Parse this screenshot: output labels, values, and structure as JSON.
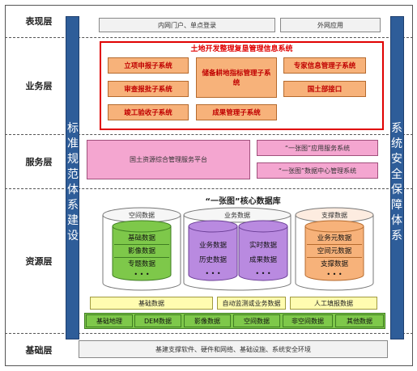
{
  "layers": {
    "presentation": "表现层",
    "business": "业务层",
    "service": "服务层",
    "resource": "资源层",
    "foundation": "基础层"
  },
  "side_bars": {
    "left": "标准规范体系建设",
    "right": "系统安全保障体系"
  },
  "presentation": {
    "portal": "内网门户、单点登录",
    "external": "外网应用"
  },
  "business": {
    "title": "土地开发整理复垦管理信息系统",
    "modules": {
      "project_report": "立项申报子系统",
      "review_approve": "审查报批子系统",
      "acceptance": "竣工验收子系统",
      "reserve_index": "储备耕地指标管理子系统",
      "achievement": "成果管理子系统",
      "expert": "专家信息管理子系统",
      "land_interface": "国土部接口"
    }
  },
  "service": {
    "platform": "国土资源综合管理服务平台",
    "yizhangtu_app": "“一张图”应用服务系统",
    "yizhangtu_data": "“一张图”数据中心管理系统"
  },
  "resource": {
    "db_title": "“一张图”核心数据库",
    "spatial": {
      "title": "空间数据",
      "items": [
        "基础数据",
        "影像数据",
        "专题数据"
      ],
      "dots": "• • •"
    },
    "business": {
      "title": "业务数据",
      "left_items": [
        "业务数据",
        "历史数据"
      ],
      "right_items": [
        "实时数据",
        "成果数据"
      ],
      "dots": "• • •"
    },
    "support": {
      "title": "支撑数据",
      "items": [
        "业务元数据",
        "空间元数据",
        "支撑数据"
      ],
      "dots": "• • •"
    },
    "sources": [
      "基础数据",
      "自动监测或业务数据",
      "人工填报数据"
    ],
    "base_row": [
      "基础地理",
      "DEM数据",
      "影像数据",
      "空间数据",
      "非空间数据",
      "其他数据"
    ]
  },
  "foundation": {
    "text": "基建支撑软件、硬件和网络、基础设施、系统安全环境"
  },
  "colors": {
    "bar_blue": "#2e5d99",
    "business_border": "#e00000",
    "module_orange": "#f7b27a",
    "service_pink": "#f4a6d0",
    "data_green": "#7ec84a",
    "data_purple": "#b98ae0"
  }
}
